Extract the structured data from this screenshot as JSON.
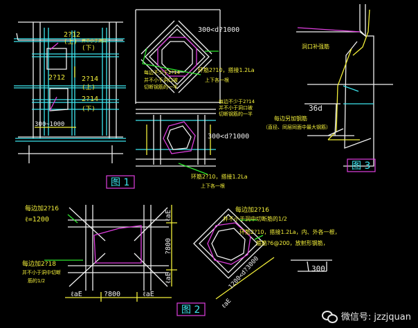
{
  "colors": {
    "white": "#f2f2f2",
    "cyan": "#3de7f0",
    "yellow": "#f4f03a",
    "green": "#2ee82e",
    "magenta": "#e040e0"
  },
  "fig1": {
    "label": "图 1",
    "top_bars": "2?12",
    "top_ps": "(上)",
    "top_right_bars": "2?12",
    "top_right_ps": "(下)",
    "mid_left": "2?12",
    "mid_right_bars": "2?14",
    "mid_right_ps": "(上)",
    "mid_right2_bars": "2?14",
    "mid_right2_ps": "(下)",
    "dim_bottom": "300~1000",
    "top_view_dim": "300<d?1000",
    "note_top_1": "每边不少于2?14",
    "note_top_2": "并不小于洞口被",
    "note_top_3": "切断钢筋的一半",
    "ring_note_1": "环筋2?10，搭接1.2La",
    "ring_note_2": "上下各一根",
    "note_sec_1": "每边不少于2?14",
    "note_sec_2": "并不小于洞口被",
    "note_sec_3": "切断钢筋的一半",
    "sec_dim": "300<d?1000",
    "sec_ring_1": "环筋2?10，搭接1.2La",
    "sec_ring_2": "上下各一根"
  },
  "fig2": {
    "label": "图 2",
    "note_add": "每边加2?16",
    "note_l": "ℓ=1200",
    "note_corner_1": "每边加2?18",
    "note_corner_2": "并不小于洞中切断",
    "note_corner_3": "筋的1/2",
    "dim_bottom_mid": "?800",
    "dim_side_mid": "?800",
    "dim_lae": "ℓaE",
    "rot_note_add": "每边加2?16",
    "rot_note_add2": "并不小于洞中切断筋的1/2",
    "rot_ring": "环筋2?10，搭接1.2La，内、外各一根，",
    "rot_stir": "箍筋?6@200，放射形钢筋，",
    "rot_dim": "1200<d?3000",
    "rot_dim_300": "300"
  },
  "fig3": {
    "label": "图 3",
    "note_top": "洞口补强筋",
    "dim": "36d",
    "note_bot_1": "每边另加钢筋",
    "note_bot_2": "（直径、同层同面中最大钢筋）"
  },
  "watermark": {
    "text": "微信号: jzzjquan"
  }
}
